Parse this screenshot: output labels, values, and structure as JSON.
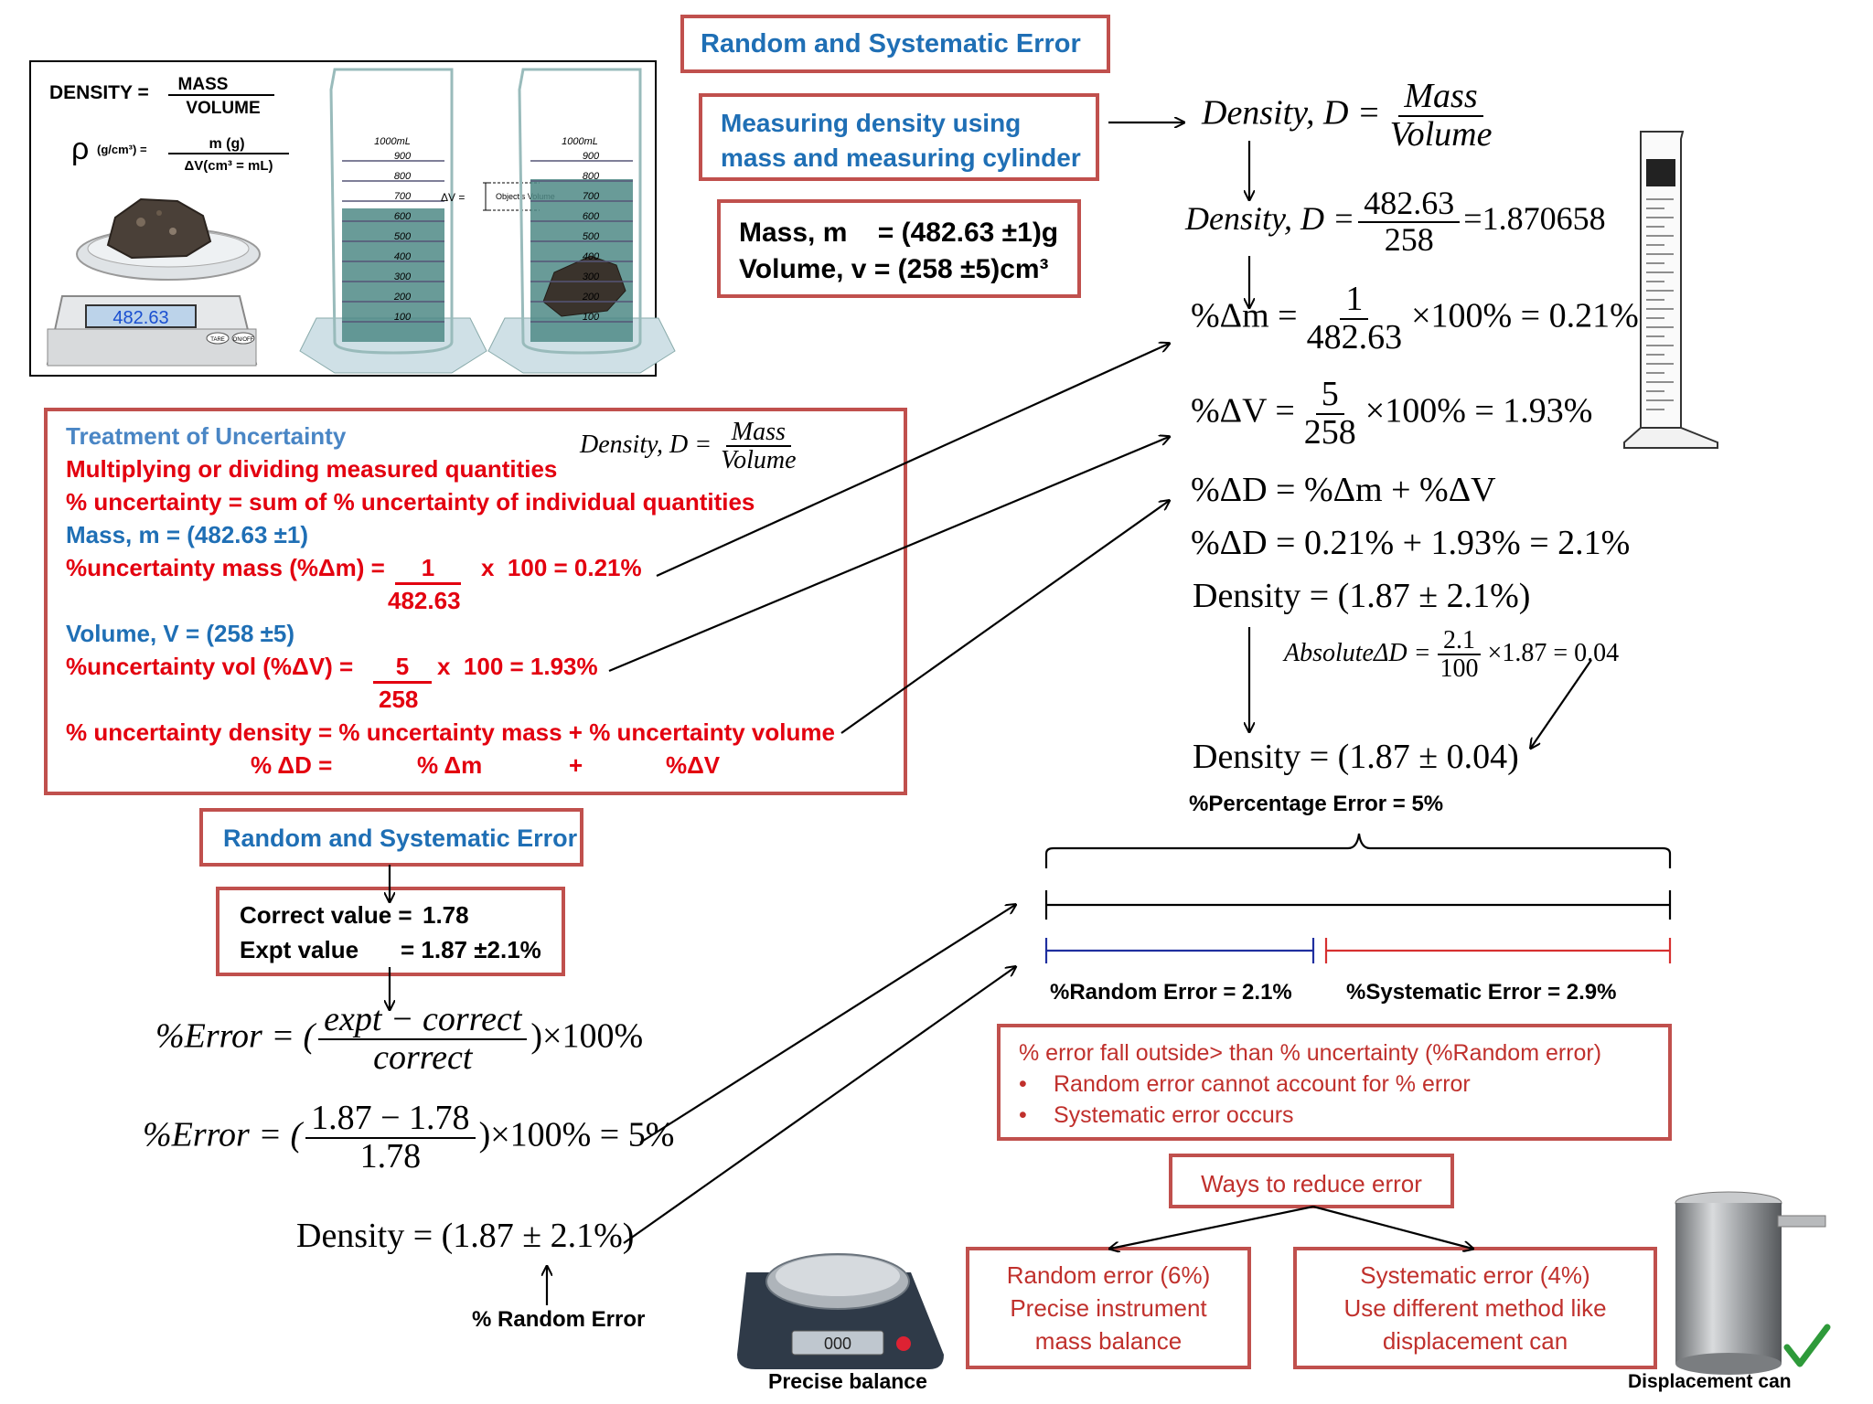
{
  "top_title": "Random and Systematic Error",
  "illustration": {
    "density_label": "DENSITY =",
    "mass_word": "MASS",
    "volume_word": "VOLUME",
    "rho_unit": "(g/cm³) =",
    "m_g": "m (g)",
    "dv_units": "ΔV(cm³ = mL)",
    "scale_reading": "482.63",
    "tare": "TARE",
    "onoff": "ON/OFF",
    "cyl_label": "1000mL",
    "cyl_ticks": [
      "900",
      "800",
      "700",
      "600",
      "500",
      "400",
      "300",
      "200",
      "100"
    ],
    "dv_note": "ΔV =",
    "objects_volume": "Object's Volume"
  },
  "measuring_box": "Measuring density using mass and measuring cylinder",
  "values_box": {
    "mass": "Mass, m    = (482.63 ±1)g",
    "volume": "Volume, v = (258 ±5)cm³"
  },
  "right_eqs": {
    "density_lhs": "Density, D =",
    "mass": "Mass",
    "volume": "Volume",
    "calc_num": "482.63",
    "calc_den": "258",
    "calc_res": "=1.870658",
    "dm_lhs": "%Δm =",
    "dm_num": "1",
    "dm_den": "482.63",
    "dm_res": "×100% = 0.21%",
    "dv_lhs": "%ΔV =",
    "dv_num": "5",
    "dv_den": "258",
    "dv_res": "×100% = 1.93%",
    "dd_sum": "%ΔD = %Δm + %ΔV",
    "dd_val": "%ΔD = 0.21% + 1.93% = 2.1%",
    "density_pct": "Density = (1.87 ± 2.1%)",
    "abs_lhs": "AbsoluteΔD =",
    "abs_num": "2.1",
    "abs_den": "100",
    "abs_res": "×1.87 = 0.04",
    "density_abs": "Density = (1.87 ± 0.04)",
    "pct_error": "%Percentage Error = 5%"
  },
  "treatment": {
    "title": "Treatment of Uncertainty",
    "line1": "Multiplying or dividing measured quantities",
    "line2": "% uncertainty = sum of % uncertainty of individual quantities",
    "mass_label": "Mass, m = (482.63 ±1)",
    "mass_pct_lhs": "%uncertainty mass (%Δm) =",
    "mass_num": "1",
    "mass_den": "482.63",
    "mass_rhs": "x  100 = 0.21%",
    "vol_label": "Volume, V = (258 ±5)",
    "vol_pct_lhs": "%uncertainty vol (%ΔV) =",
    "vol_num": "5",
    "vol_den": "258",
    "vol_rhs": "x  100 = 1.93%",
    "density_line": "% uncertainty density = % uncertainty mass + % uncertainty volume",
    "sym_d": "% ΔD  =",
    "sym_m": "% Δm",
    "sym_plus": "+",
    "sym_v": "%ΔV",
    "formula_lhs": "Density, D =",
    "formula_num": "Mass",
    "formula_den": "Volume"
  },
  "rse_box": "Random and Systematic Error",
  "correct_box": {
    "correct_label": "Correct value =",
    "correct_val": "1.78",
    "expt_label": "Expt value",
    "expt_val": "= 1.87 ±2.1%"
  },
  "error_eqs": {
    "lhs1": "%Error = (",
    "num1": "expt − correct",
    "den1": "correct",
    "rhs1": ")×100%",
    "lhs2": "%Error = (",
    "num2": "1.87 − 1.78",
    "den2": "1.78",
    "rhs2": ")×100% = 5%",
    "density": "Density = (1.87 ± 2.1%)",
    "random_label": "% Random Error"
  },
  "bar": {
    "random": "%Random Error = 2.1%",
    "systematic": "%Systematic Error = 2.9%"
  },
  "fall_box": {
    "title": "% error fall outside> than % uncertainty (%Random error)",
    "b1": "Random error cannot account for % error",
    "b2": "Systematic error occurs"
  },
  "ways_box": "Ways to reduce error",
  "random_box": {
    "l1": "Random error (6%)",
    "l2": "Precise instrument",
    "l3": "mass balance"
  },
  "system_box": {
    "l1": "Systematic error (4%)",
    "l2": "Use different method like",
    "l3": "displacement can"
  },
  "captions": {
    "balance": "Precise balance",
    "can": "Displacement can",
    "balance_reading": "000"
  },
  "colors": {
    "box_border": "#c0504d",
    "blue_text": "#1f6fb5",
    "red_text": "#e3000f",
    "random_bar": "#1f2f9f",
    "system_bar": "#d63030"
  }
}
